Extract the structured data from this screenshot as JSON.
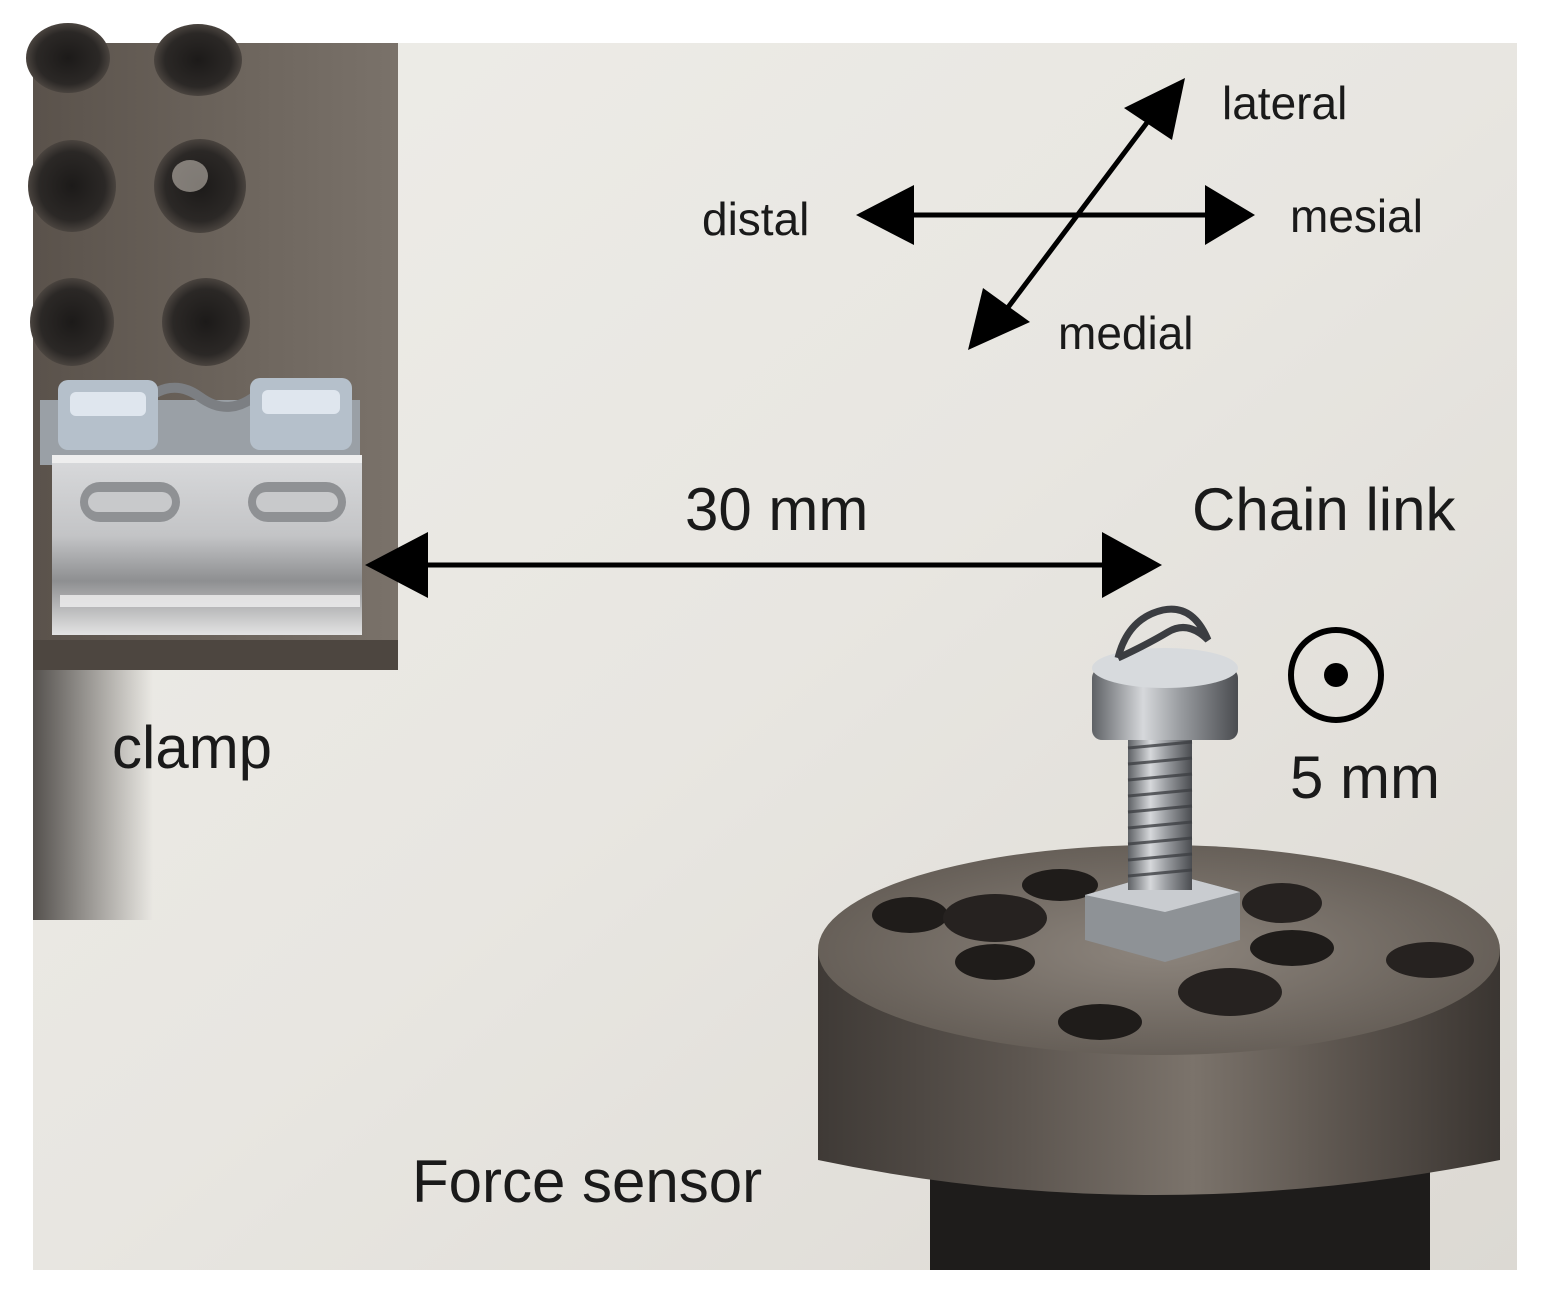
{
  "figure": {
    "labels": {
      "lateral": "lateral",
      "distal": "distal",
      "mesial": "mesial",
      "medial": "medial",
      "distance": "30 mm",
      "chain_link": "Chain link",
      "clamp": "clamp",
      "displacement": "5 mm",
      "force_sensor": "Force sensor"
    },
    "colors": {
      "background": "#e7e5df",
      "clamp_plate": "#6b625a",
      "steel": "#c9cccf",
      "sensor_body": "#5d5650",
      "arrow": "#000000"
    },
    "icons": {
      "out_of_plane": "dot-in-circle-icon"
    }
  }
}
